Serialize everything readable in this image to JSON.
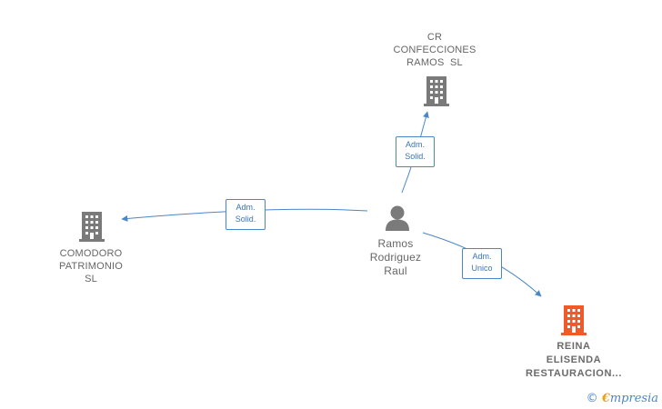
{
  "colors": {
    "edge": "#4a86c8",
    "building_default": "#7a7a7a",
    "building_highlight": "#f05a28",
    "person": "#7a7a7a"
  },
  "nodes": {
    "cr_confecciones": {
      "label_lines": [
        "CR",
        "CONFECCIONES",
        "RAMOS  SL"
      ],
      "icon": "building-icon"
    },
    "comodoro": {
      "label_lines": [
        "COMODORO",
        "PATRIMONIO",
        "SL"
      ],
      "icon": "building-icon"
    },
    "ramos": {
      "label_lines": [
        "Ramos",
        "Rodriguez",
        "Raul"
      ],
      "icon": "person-icon"
    },
    "reina": {
      "label_lines": [
        "REINA",
        "ELISENDA",
        "RESTAURACION..."
      ],
      "icon": "building-icon"
    }
  },
  "edges": {
    "to_cr": {
      "label_lines": [
        "Adm.",
        "Solid."
      ]
    },
    "to_comodoro": {
      "label_lines": [
        "Adm.",
        "Solid."
      ]
    },
    "to_reina": {
      "label_lines": [
        "Adm.",
        "Unico"
      ]
    }
  },
  "watermark": {
    "symbol": "©",
    "brand_initial": "€",
    "brand_rest": "mpresia"
  }
}
